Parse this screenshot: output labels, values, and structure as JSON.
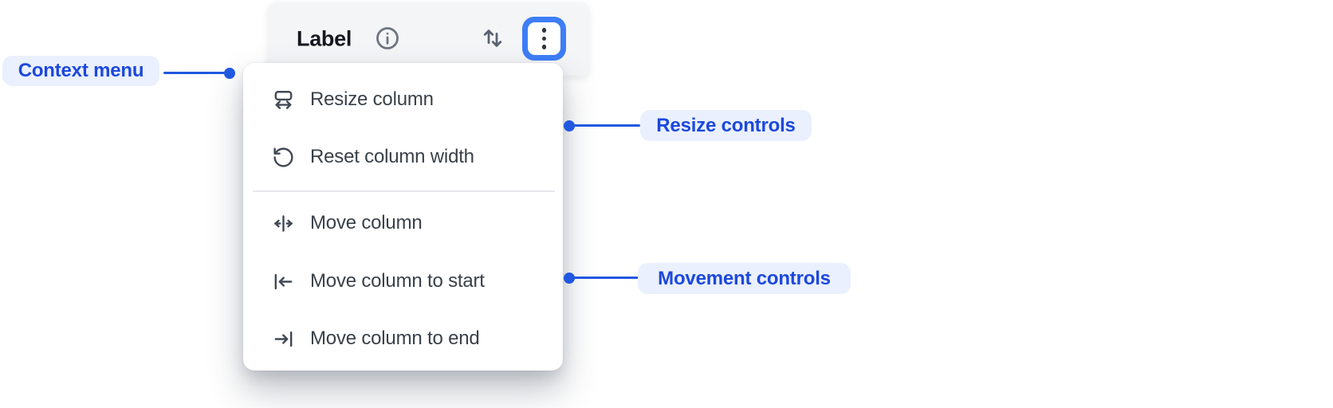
{
  "header": {
    "label": "Label",
    "icons": {
      "info": "info-icon",
      "sort": "arrow-up-down-icon",
      "menu": "kebab-menu-icon"
    },
    "menu_button_state": "focused"
  },
  "menu": {
    "items": [
      {
        "icon": "resize-horizontal-icon",
        "label": "Resize column",
        "group": "resize"
      },
      {
        "icon": "rotate-ccw-icon",
        "label": "Reset column width",
        "group": "resize"
      },
      {
        "icon": "move-horizontal-icon",
        "label": "Move column",
        "group": "movement"
      },
      {
        "icon": "arrow-left-to-line-icon",
        "label": "Move column to start",
        "group": "movement"
      },
      {
        "icon": "arrow-right-to-line-icon",
        "label": "Move column to end",
        "group": "movement"
      }
    ]
  },
  "annotations": [
    {
      "label": "Context menu",
      "side": "left"
    },
    {
      "label": "Resize controls",
      "side": "right"
    },
    {
      "label": "Movement controls",
      "side": "right"
    }
  ],
  "colors": {
    "annotation_line": "#2158e0",
    "annotation_text": "#1c48dd",
    "annotation_pill_bg": "#eaf0fd",
    "focus_ring": "#3d7df6",
    "header_bg": "#f4f5f7",
    "menu_bg": "#ffffff",
    "menu_text": "#3a4149",
    "header_text": "#15181f",
    "icon_gray": "#6e7680"
  }
}
